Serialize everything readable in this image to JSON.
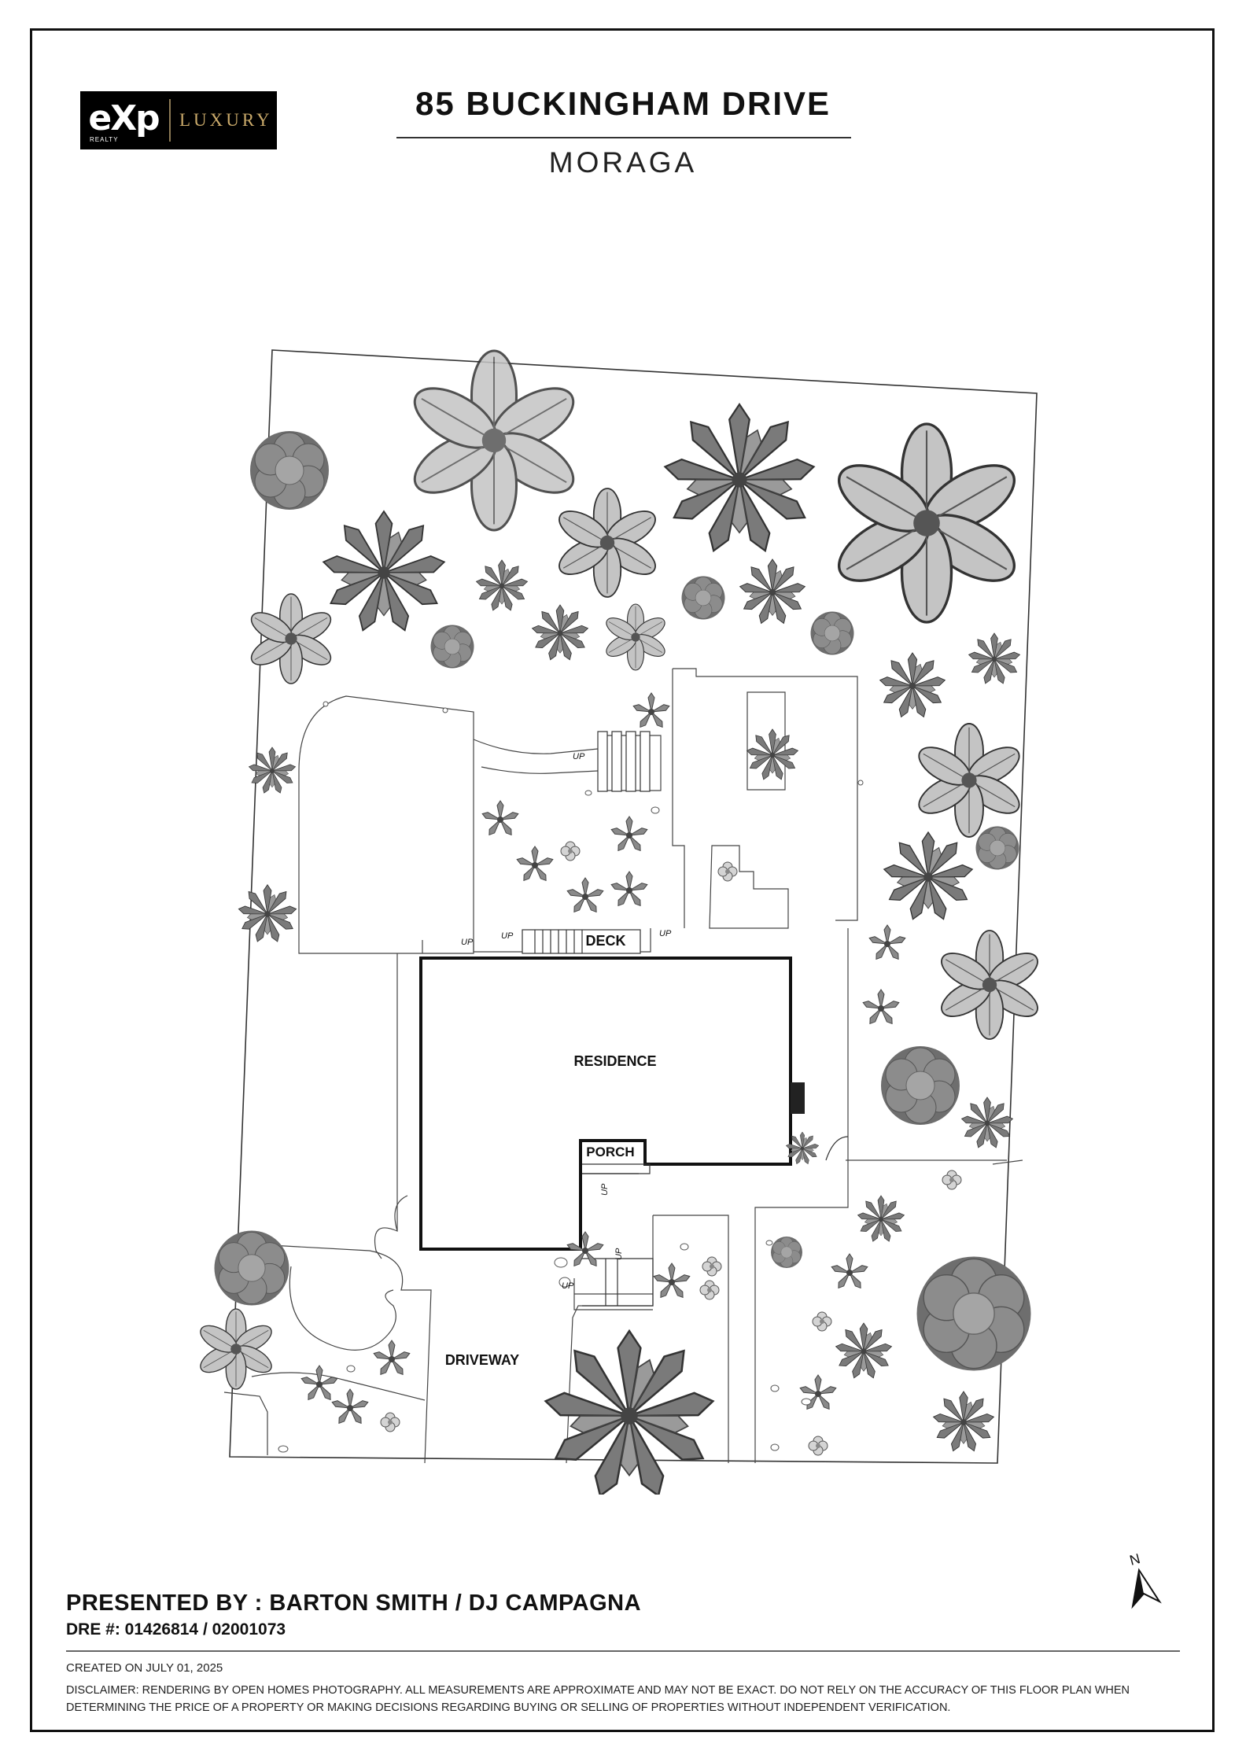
{
  "header": {
    "title": "85 BUCKINGHAM DRIVE",
    "subtitle": "MORAGA"
  },
  "logo": {
    "exp_text": "eXp",
    "realty_text": "REALTY",
    "luxury_text": "LUXURY"
  },
  "plan": {
    "labels": {
      "residence": "RESIDENCE",
      "porch": "PORCH",
      "deck": "DECK",
      "driveway": "DRIVEWAY",
      "up": "UP"
    }
  },
  "footer": {
    "presented_by": "PRESENTED BY : BARTON SMITH / DJ CAMPAGNA",
    "dre": "DRE #: 01426814 / 02001073",
    "created": "CREATED ON JULY 01, 2025",
    "disclaimer": "DISCLAIMER: RENDERING BY OPEN HOMES PHOTOGRAPHY. ALL MEASUREMENTS ARE APPROXIMATE AND MAY NOT BE EXACT. DO NOT RELY ON THE ACCURACY OF THIS FLOOR PLAN WHEN DETERMINING THE PRICE OF A PROPERTY OR MAKING DECISIONS REGARDING BUYING OR SELLING OF PROPERTIES WITHOUT INDEPENDENT VERIFICATION.",
    "north_label": "N"
  },
  "colors": {
    "foliage_dark": "#5f5f5f",
    "foliage_mid": "#8a8a8a",
    "foliage_light": "#b8b8b8",
    "line": "#222222",
    "logo_gold": "#c9a96a"
  }
}
